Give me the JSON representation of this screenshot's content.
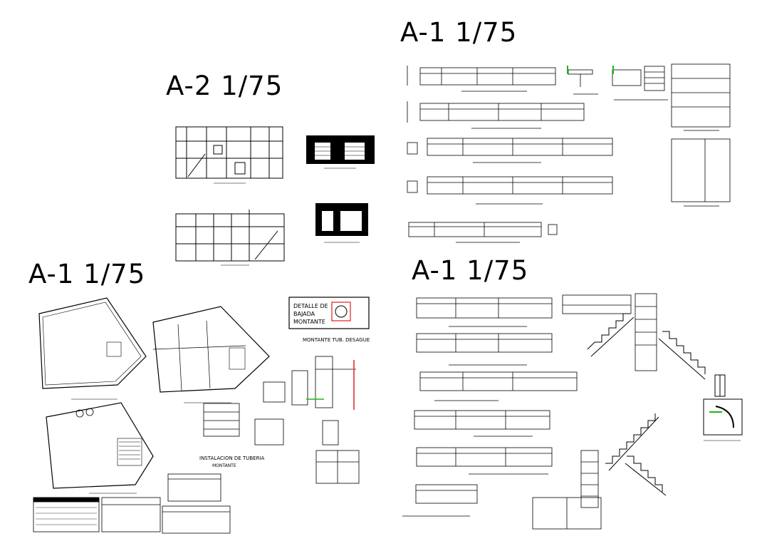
{
  "sheet_titles": {
    "top_right": "A-1 1/75",
    "top_center": "A-2 1/75",
    "mid_left": "A-1 1/75",
    "mid_right": "A-1 1/75"
  },
  "detail_box": {
    "line1": "DETALLE DE",
    "line2": "BAJADA",
    "line3": "MONTANTE"
  },
  "montante_title": "MONTANTE TUB. DESAGUE",
  "installation_title": {
    "line1": "INSTALACION DE TUBERIA",
    "line2": "MONTANTE"
  },
  "colors": {
    "ink": "#000000",
    "paper": "#ffffff",
    "accent_red": "#e02020",
    "accent_green": "#18b818",
    "accent_blue": "#2040d0"
  }
}
